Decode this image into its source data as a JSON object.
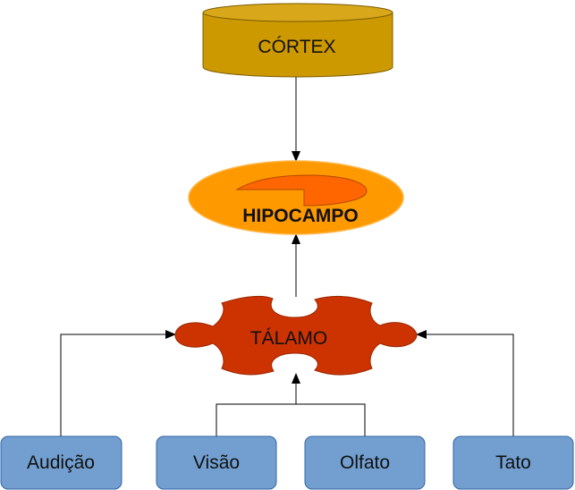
{
  "nodes": {
    "cortex": "CÓRTEX",
    "hipocampo": "HIPOCAMPO",
    "talamo": "TÁLAMO",
    "audicao": "Audição",
    "visao": "Visão",
    "olfato": "Olfato",
    "tato": "Tato"
  },
  "colors": {
    "cortex_fill": "#cc9900",
    "cortex_top": "#d9a81a",
    "hipocampo_outer": "#ff9900",
    "hipocampo_inner": "#ff6600",
    "talamo_fill": "#cc3300",
    "sense_fill": "#729fcf",
    "sense_stroke": "#3465a4"
  }
}
